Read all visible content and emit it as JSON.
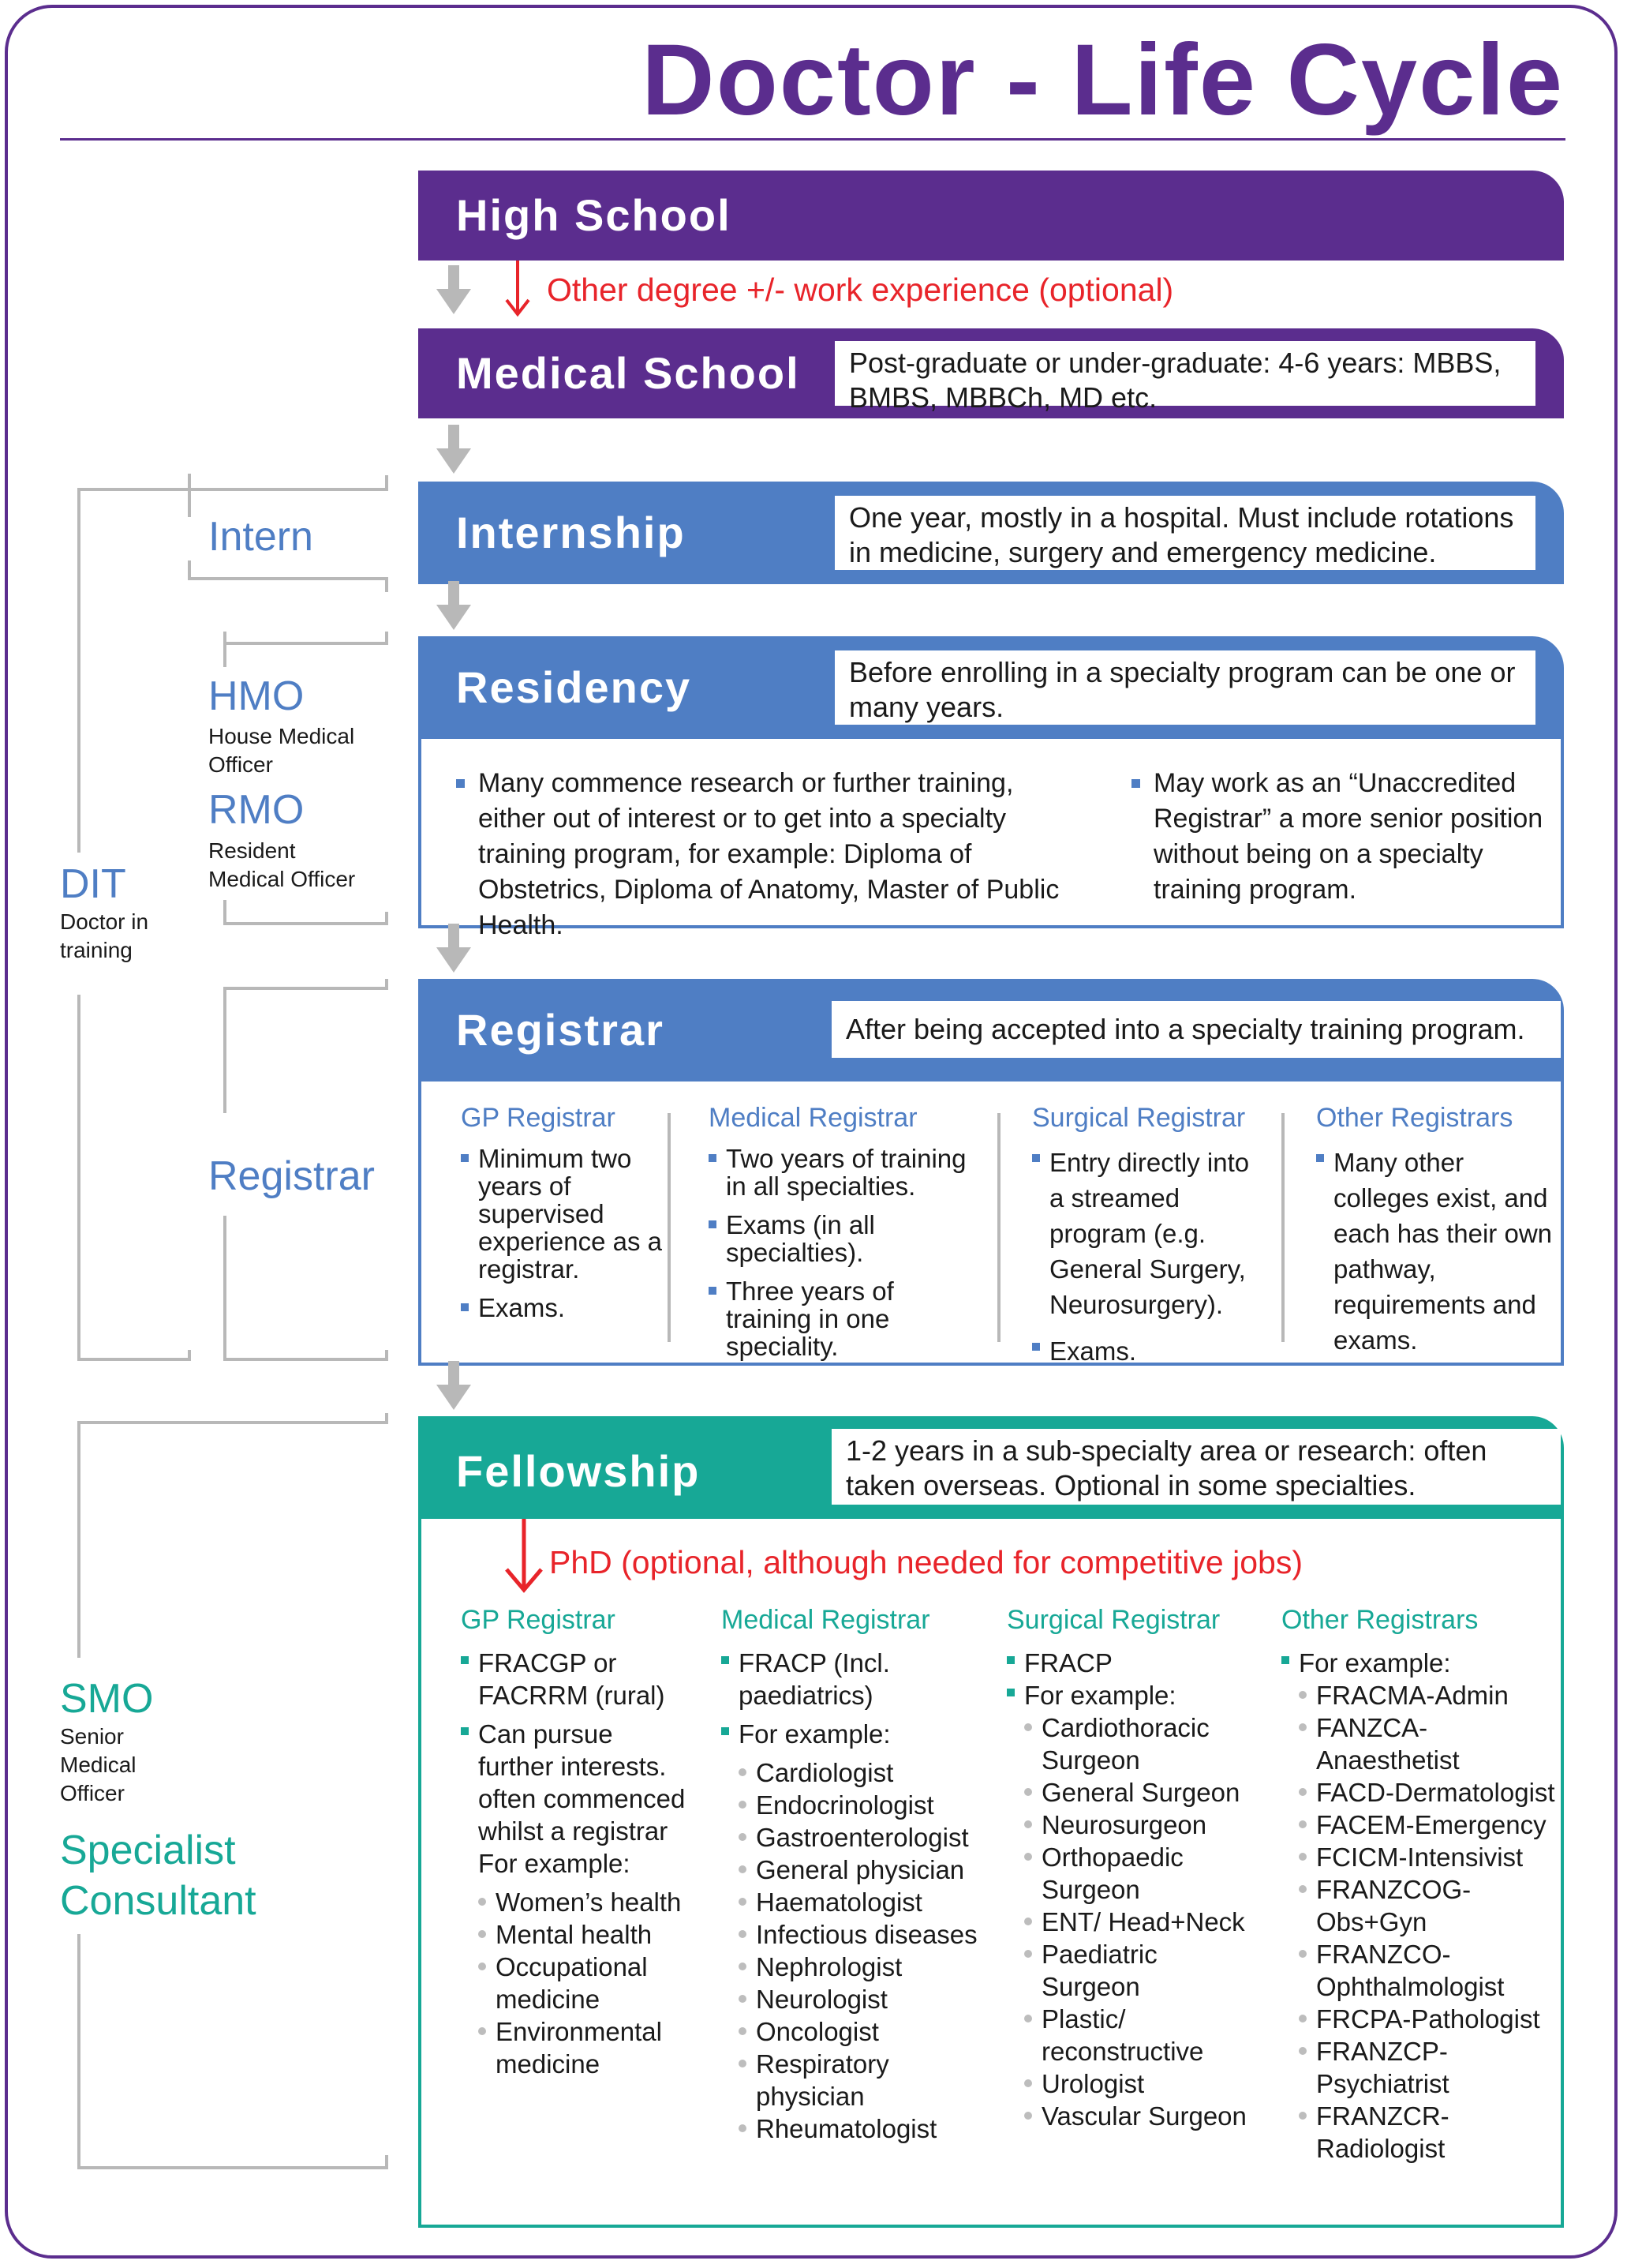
{
  "title": "Doctor - Life Cycle",
  "arrows": {
    "other_degree": "Other degree +/- work experience (optional)",
    "phd": "PhD (optional, although needed for competitive jobs)"
  },
  "stages": {
    "high_school": {
      "title": "High School"
    },
    "medical_school": {
      "title": "Medical School",
      "note": "Post-graduate or under-graduate: 4-6 years: MBBS, BMBS, MBBCh, MD etc."
    },
    "internship": {
      "title": "Internship",
      "note": "One year, mostly in a hospital. Must include rotations in medicine, surgery and emergency medicine."
    },
    "residency": {
      "title": "Residency",
      "note": "Before enrolling in a specialty program can be one or many years.",
      "bullets_left": [
        "Many commence research or further training, either out of interest or to get into a specialty training program, for example: Diploma of Obstetrics, Diploma of Anatomy, Master of Public Health."
      ],
      "bullets_right": [
        "May work as an “Unaccredited Registrar” a more senior position without being on a specialty training program."
      ]
    },
    "registrar": {
      "title": "Registrar",
      "note": "After being accepted into a specialty training program.",
      "columns": [
        {
          "heading": "GP Registrar",
          "items": [
            "Minimum two years of supervised experience as a registrar.",
            "Exams."
          ]
        },
        {
          "heading": "Medical Registrar",
          "items": [
            "Two years of training in all specialties.",
            "Exams (in all specialties).",
            "Three years of training in one speciality."
          ]
        },
        {
          "heading": "Surgical Registrar",
          "items": [
            "Entry directly into a streamed program (e.g. General Surgery, Neurosurgery).",
            "Exams."
          ]
        },
        {
          "heading": "Other Registrars",
          "items": [
            "Many other colleges exist, and each has their own pathway, requirements and exams."
          ]
        }
      ]
    },
    "fellowship": {
      "title": "Fellowship",
      "note": "1-2 years in a sub-specialty area or research: often taken overseas. Optional in some specialties.",
      "columns": [
        {
          "heading": "GP Registrar",
          "items": [
            "FRACGP or FACRRM (rural)",
            "Can pursue further interests. often commenced whilst a registrar For example:"
          ],
          "sub": [
            "Women’s health",
            "Mental health",
            "Occupational medicine",
            "Environmental medicine"
          ]
        },
        {
          "heading": "Medical Registrar",
          "items": [
            "FRACP (Incl. paediatrics)",
            "For example:"
          ],
          "sub": [
            "Cardiologist",
            "Endocrinologist",
            "Gastroenterologist",
            "General physician",
            "Haematologist",
            "Infectious diseases",
            "Nephrologist",
            "Neurologist",
            "Oncologist",
            "Respiratory physician",
            "Rheumatologist"
          ]
        },
        {
          "heading": "Surgical Registrar",
          "items": [
            "FRACP",
            "For example:"
          ],
          "sub": [
            "Cardiothoracic Surgeon",
            "General Surgeon",
            "Neurosurgeon",
            "Orthopaedic Surgeon",
            "ENT/ Head+Neck",
            "Paediatric Surgeon",
            "Plastic/ reconstructive",
            "Urologist",
            "Vascular Surgeon"
          ]
        },
        {
          "heading": "Other Registrars",
          "items": [
            "For example:"
          ],
          "sub": [
            "FRACMA-Admin",
            "FANZCA-Anaesthetist",
            "FACD-Dermatologist",
            "FACEM-Emergency",
            "FCICM-Intensivist",
            "FRANZCOG-Obs+Gyn",
            "FRANZCO-Ophthalmologist",
            "FRCPA-Pathologist",
            "FRANZCP-Psychiatrist",
            "FRANZCR-Radiologist"
          ]
        }
      ]
    }
  },
  "side_labels": {
    "intern": "Intern",
    "hmo": "HMO",
    "hmo_sub": "House Medical Officer",
    "rmo": "RMO",
    "rmo_sub": "Resident Medical Officer",
    "dit": "DIT",
    "dit_sub": "Doctor in training",
    "registrar": "Registrar",
    "smo": "SMO",
    "smo_sub": "Senior Medical Officer",
    "specialist": "Specialist Consultant"
  },
  "colors": {
    "purple": "#5b2d8e",
    "blue": "#4f7ec4",
    "teal": "#17a896",
    "red": "#e8242a",
    "gray": "#b8b8b8"
  }
}
